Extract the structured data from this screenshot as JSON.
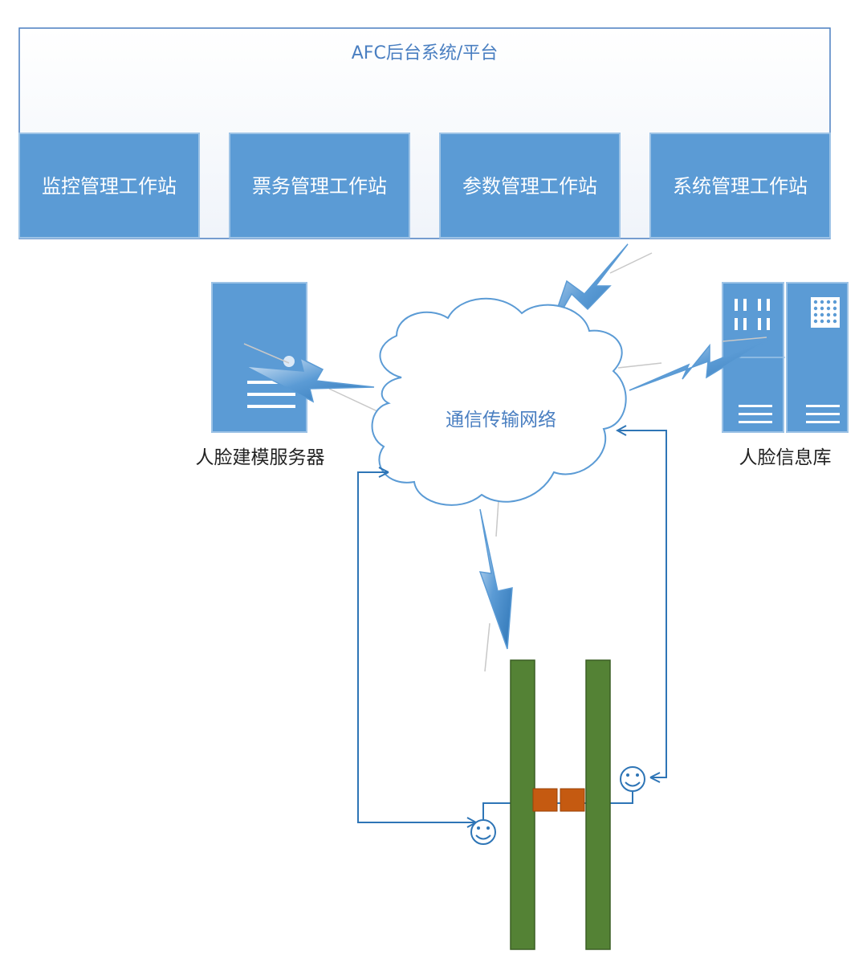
{
  "platform": {
    "title": "AFC后台系统/平台",
    "workstations": [
      "监控管理工作站",
      "票务管理工作站",
      "参数管理工作站",
      "系统管理工作站"
    ]
  },
  "network": {
    "label": "通信传输网络"
  },
  "face_modeling_server": {
    "label": "人脸建模服务器"
  },
  "face_database": {
    "label": "人脸信息库"
  },
  "colors": {
    "box_fill": "#5b9bd5",
    "box_border": "#9dc3e6",
    "platform_fill": "#f7f9fc",
    "gate_pillar": "#548235",
    "gate_flap": "#c55a11",
    "arrow": "#2e75b6"
  },
  "icons": [
    "lightning-icon",
    "cloud-icon",
    "smiley-face-icon",
    "server-icon",
    "database-rack-icon"
  ]
}
